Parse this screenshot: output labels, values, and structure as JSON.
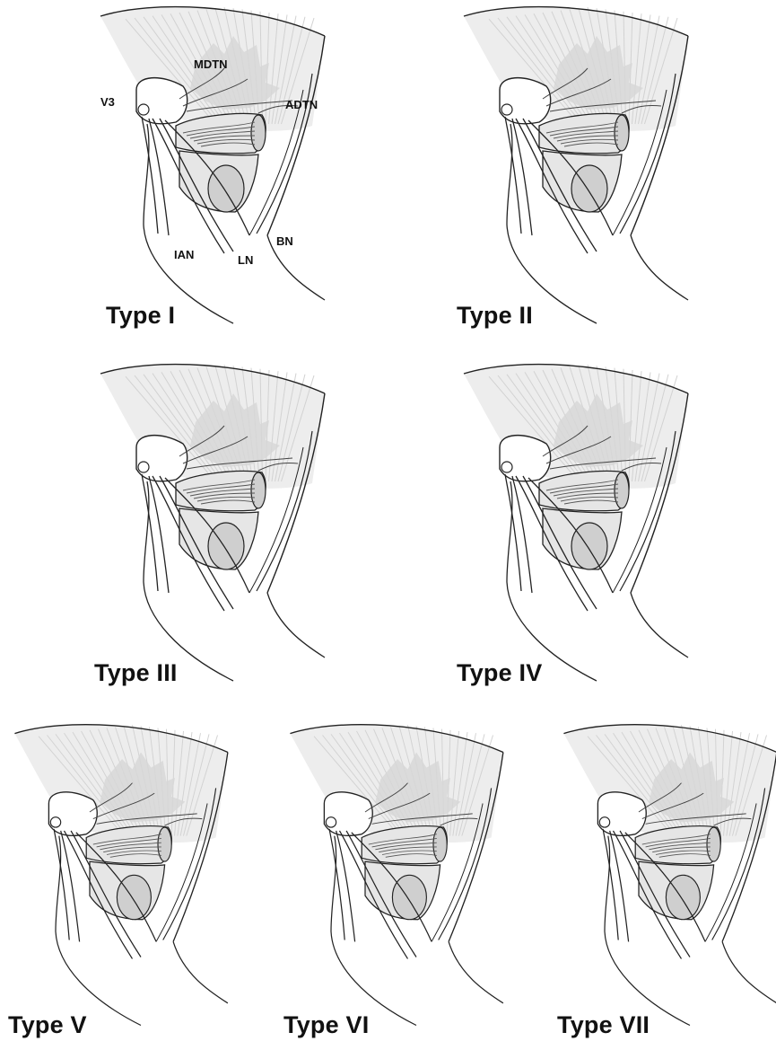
{
  "figure": {
    "panels": [
      {
        "label": "Type I"
      },
      {
        "label": "Type II"
      },
      {
        "label": "Type III"
      },
      {
        "label": "Type IV"
      },
      {
        "label": "Type V"
      },
      {
        "label": "Type VI"
      },
      {
        "label": "Type VII"
      }
    ],
    "annotations": {
      "v3": "V3",
      "mdtn": "MDTN",
      "adtn": "ADTN",
      "ban": "BN",
      "ian": "IAN",
      "ln": "LN"
    },
    "colors": {
      "line": "#222222",
      "muscle_fill": "#e6e6e6",
      "muscle_dark": "#cfcfcf",
      "fan_fill": "#ededed",
      "fan_leaf": "#d7d7d7"
    }
  }
}
